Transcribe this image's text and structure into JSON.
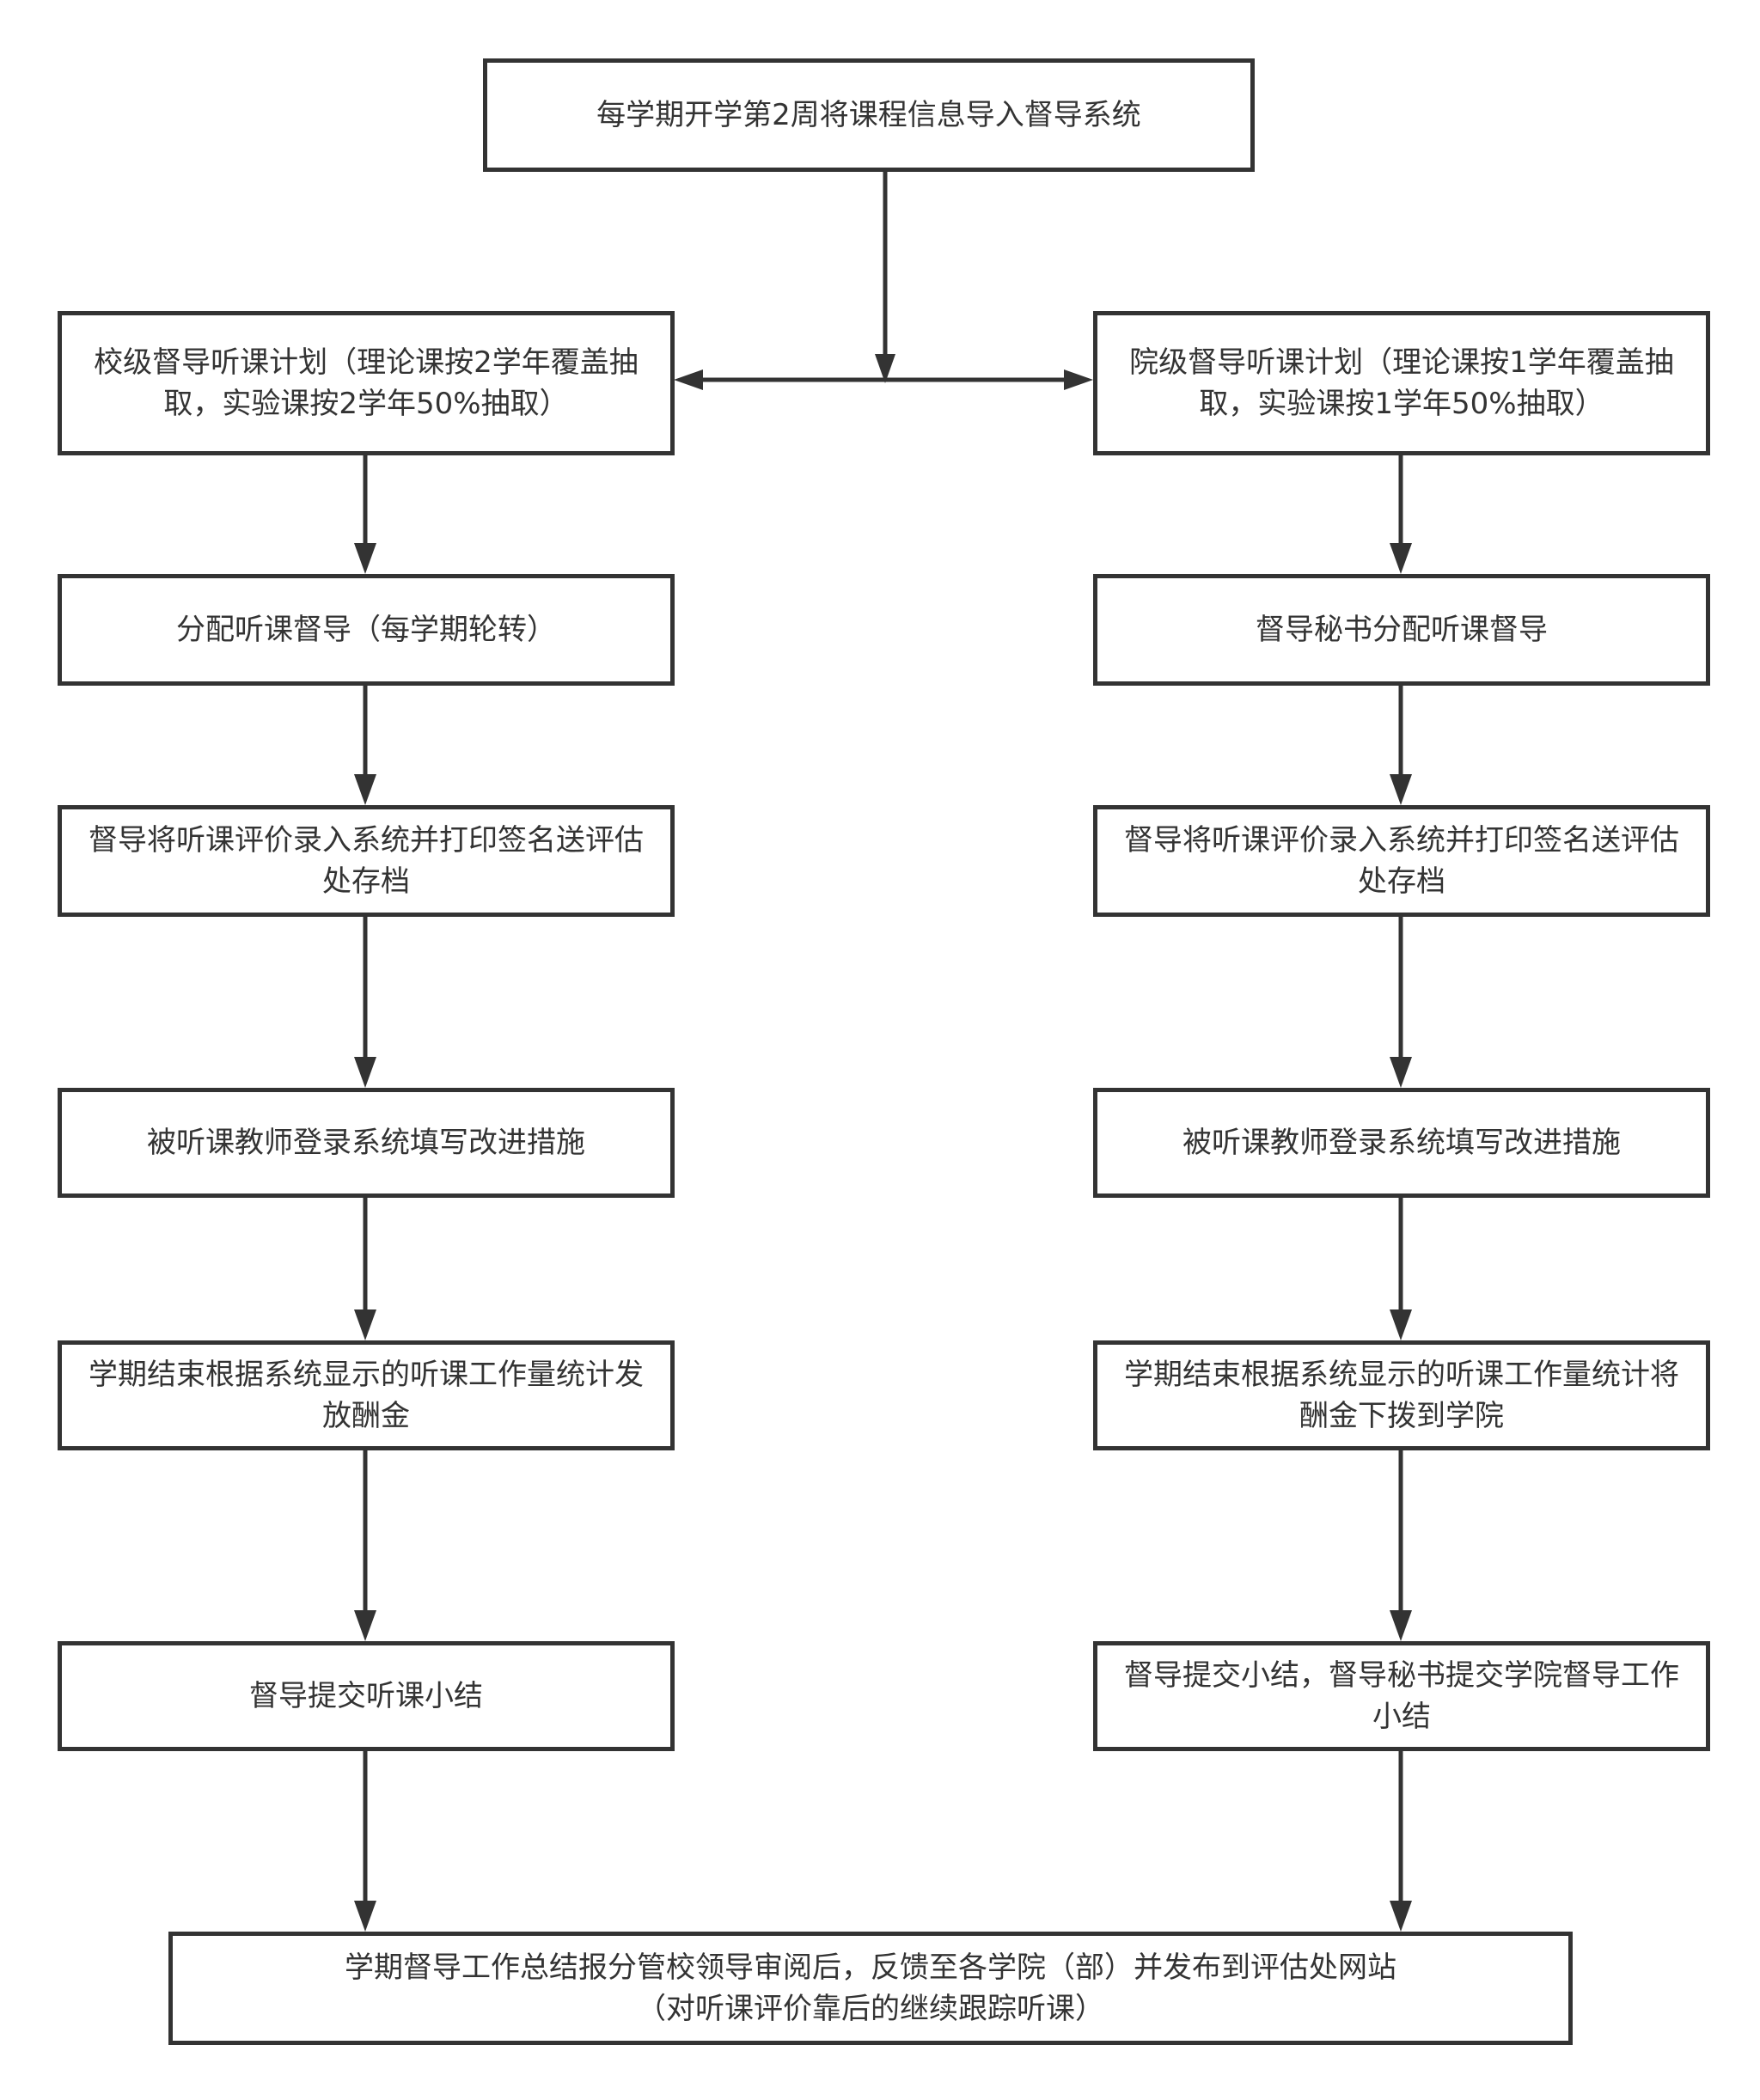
{
  "colors": {
    "stroke": "#333333",
    "text": "#333333",
    "background": "#ffffff"
  },
  "nodes": {
    "top": "每学期开学第2周将课程信息导入督导系统",
    "school_plan": "校级督导听课计划（理论课按2学年覆盖抽取，实验课按2学年50%抽取）",
    "college_plan": "院级督导听课计划（理论课按1学年覆盖抽取，实验课按1学年50%抽取）",
    "school_assign": "分配听课督导（每学期轮转）",
    "college_assign": "督导秘书分配听课督导",
    "school_record": "督导将听课评价录入系统并打印签名送评估处存档",
    "college_record": "督导将听课评价录入系统并打印签名送评估处存档",
    "school_teacher": "被听课教师登录系统填写改进措施",
    "college_teacher": "被听课教师登录系统填写改进措施",
    "school_pay": "学期结束根据系统显示的听课工作量统计发放酬金",
    "college_pay": "学期结束根据系统显示的听课工作量统计将酬金下拨到学院",
    "school_summary": "督导提交听课小结",
    "college_summary": "督导提交小结，督导秘书提交学院督导工作小结",
    "final_line1": "学期督导工作总结报分管校领导审阅后，反馈至各学院（部）并发布到评估处网站",
    "final_line2": "（对听课评价靠后的继续跟踪听课）"
  }
}
